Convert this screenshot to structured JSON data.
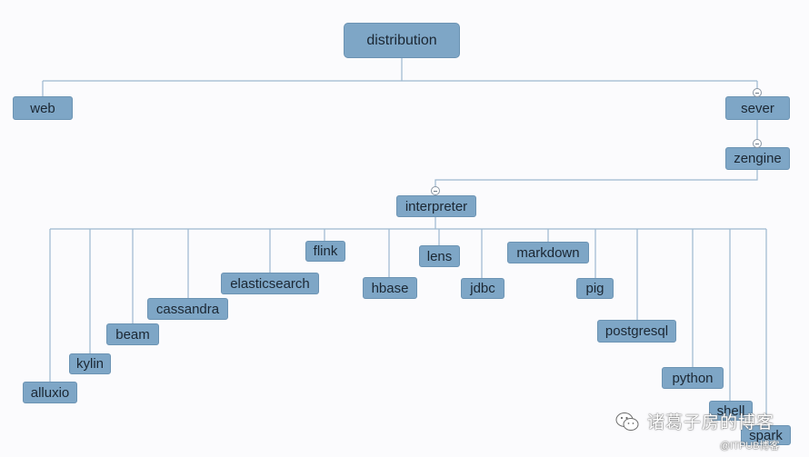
{
  "diagram": {
    "root": "distribution",
    "level1": [
      "web",
      "sever"
    ],
    "sever_child": "zengine",
    "zengine_child": "interpreter",
    "interpreters": [
      "alluxio",
      "kylin",
      "beam",
      "cassandra",
      "elasticsearch",
      "flink",
      "hbase",
      "lens",
      "jdbc",
      "markdown",
      "pig",
      "postgresql",
      "python",
      "shell",
      "spark"
    ]
  },
  "colors": {
    "node_fill": "#7ea6c6",
    "node_border": "#6b93b3",
    "node_text": "#1b2733",
    "connector": "#9cb8cf",
    "background": "#fbfbfd"
  },
  "watermark": {
    "icon": "wechat-icon",
    "text": "诸葛子房的博客",
    "subtext": "@ITPUB博客"
  }
}
